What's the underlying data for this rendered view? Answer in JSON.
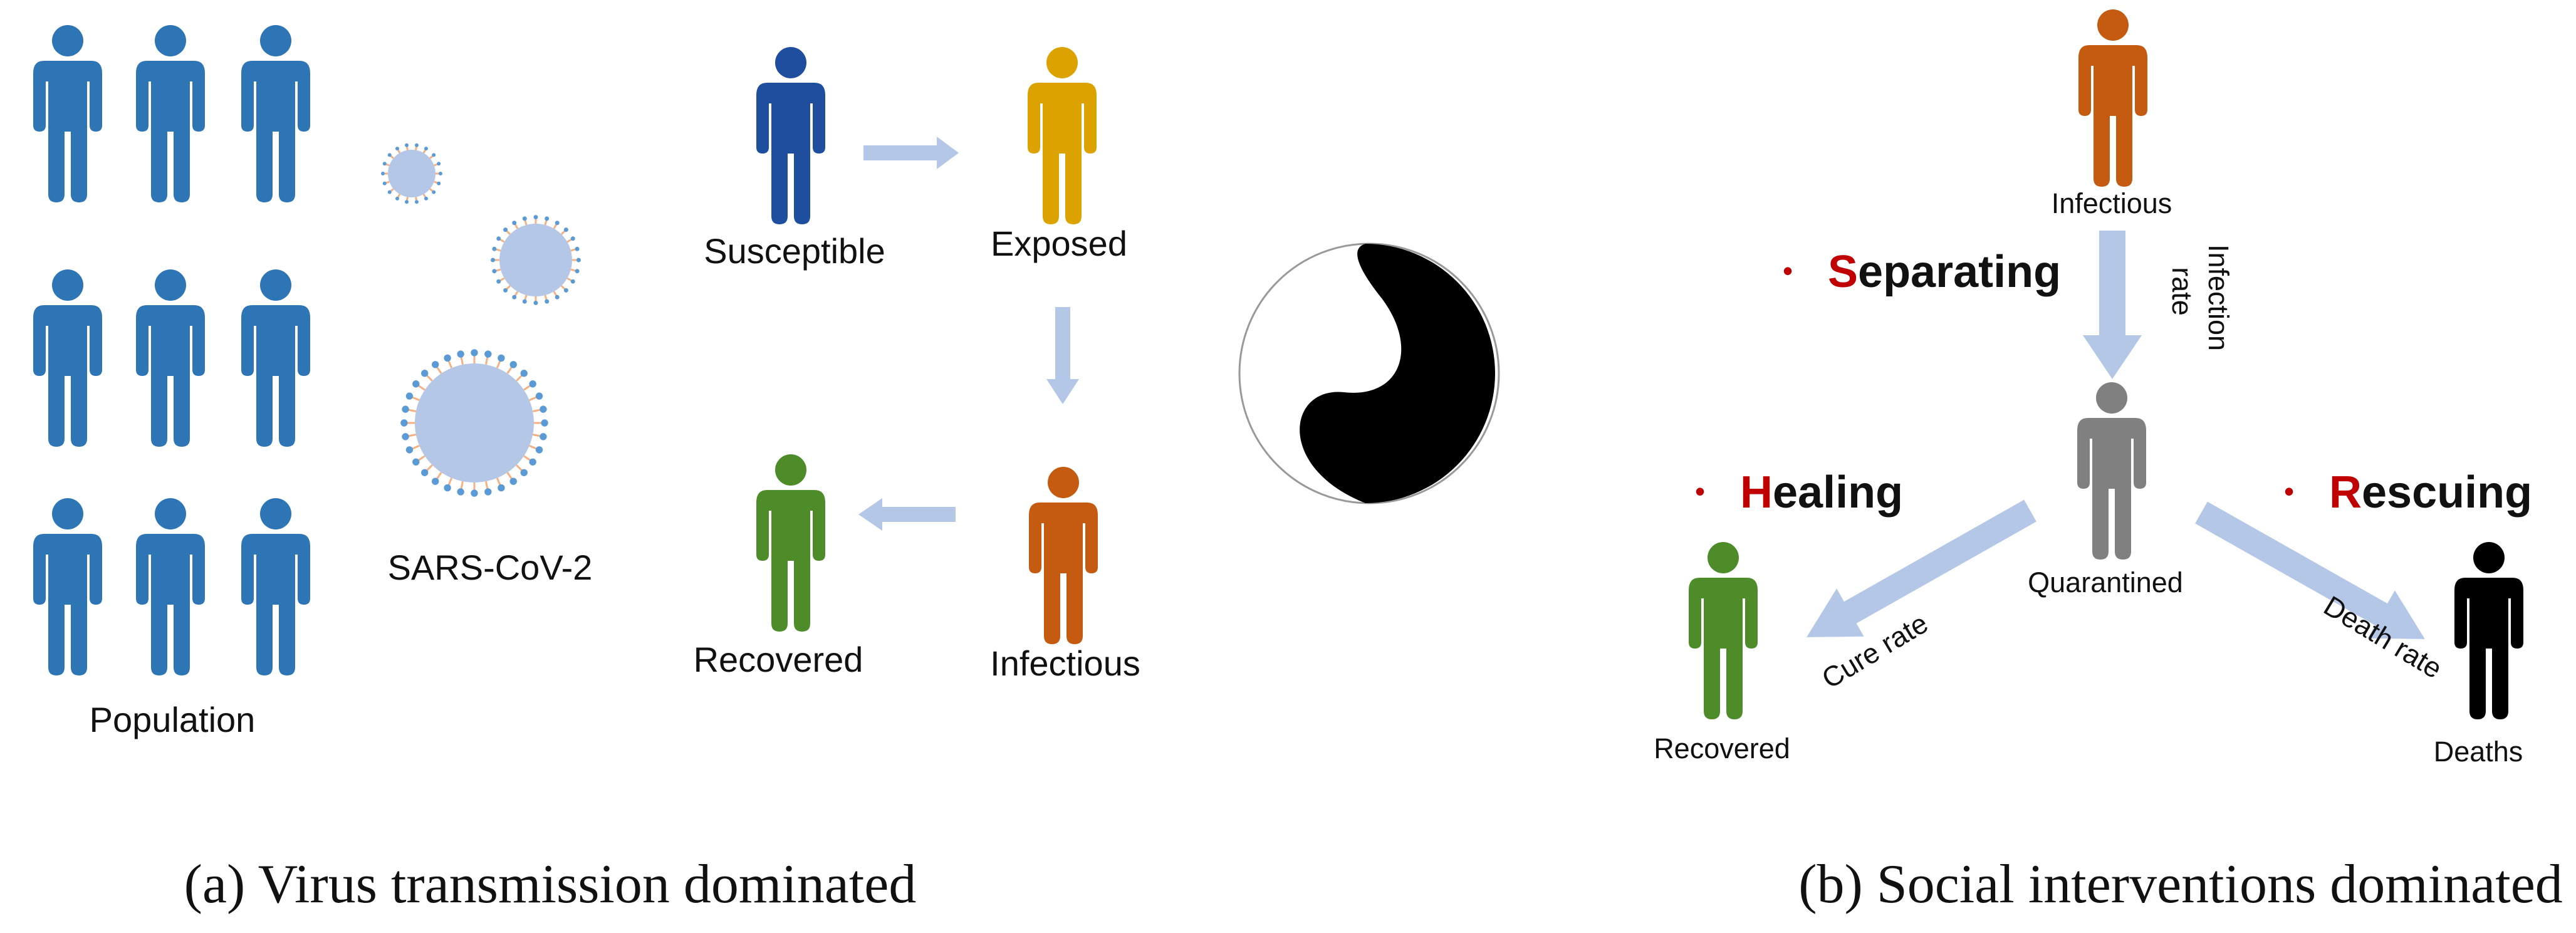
{
  "colors": {
    "population_blue": "#2e75b6",
    "susceptible_blue": "#1f4e9e",
    "exposed_yellow": "#dca200",
    "infectious_orange": "#c55a11",
    "recovered_green": "#4e8c2a",
    "quarantined_gray": "#808080",
    "deaths_black": "#000000",
    "arrow_lightblue": "#b4c7e7",
    "accent_red": "#c00000"
  },
  "panel_a": {
    "population_label": "Population",
    "virus_label": "SARS-CoV-2",
    "states": {
      "susceptible": "Susceptible",
      "exposed": "Exposed",
      "infectious": "Infectious",
      "recovered": "Recovered"
    },
    "caption": "(a)  Virus transmission dominated"
  },
  "panel_b": {
    "nodes": {
      "infectious": "Infectious",
      "quarantined": "Quarantined",
      "recovered": "Recovered",
      "deaths": "Deaths"
    },
    "rates": {
      "infection_line1": "Infection",
      "infection_line2": "rate",
      "cure": "Cure rate",
      "death": "Death rate"
    },
    "interventions": {
      "separating_initial": "S",
      "separating_rest": "eparating",
      "healing_initial": "H",
      "healing_rest": "ealing",
      "rescuing_initial": "R",
      "rescuing_rest": "escuing",
      "bullet": "•"
    },
    "caption": "(b)  Social interventions dominated"
  }
}
